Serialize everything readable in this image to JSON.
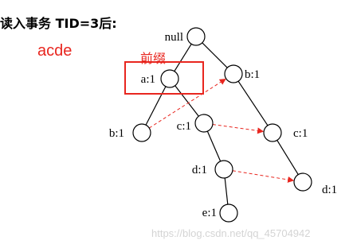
{
  "heading": {
    "lead": "读入事务 ",
    "tid": "TID=3后:"
  },
  "note": "acde",
  "prefix_label": "前缀",
  "watermark": "https://blog.csdn.net/qq_45704942",
  "tree": {
    "nodes": [
      {
        "id": "root",
        "label": "null"
      },
      {
        "id": "a1",
        "label": "a:1"
      },
      {
        "id": "b1_top",
        "label": "b:1"
      },
      {
        "id": "b1_left",
        "label": "b:1"
      },
      {
        "id": "c1_mid",
        "label": "c:1"
      },
      {
        "id": "c1_right",
        "label": "c:1"
      },
      {
        "id": "d1_mid",
        "label": "d:1"
      },
      {
        "id": "d1_right",
        "label": "d:1"
      },
      {
        "id": "e1",
        "label": "e:1"
      }
    ],
    "edges": [
      [
        "root",
        "a1"
      ],
      [
        "root",
        "b1_top"
      ],
      [
        "a1",
        "b1_left"
      ],
      [
        "a1",
        "c1_mid"
      ],
      [
        "b1_top",
        "c1_right"
      ],
      [
        "c1_right",
        "d1_right"
      ],
      [
        "c1_mid",
        "d1_mid"
      ],
      [
        "d1_mid",
        "e1"
      ]
    ],
    "links": [
      [
        "b1_left",
        "b1_top"
      ],
      [
        "c1_mid",
        "c1_right"
      ],
      [
        "d1_mid",
        "d1_right"
      ]
    ]
  },
  "colors": {
    "highlight": "#e8261f",
    "link": "#e8261f",
    "stroke": "#000000"
  }
}
